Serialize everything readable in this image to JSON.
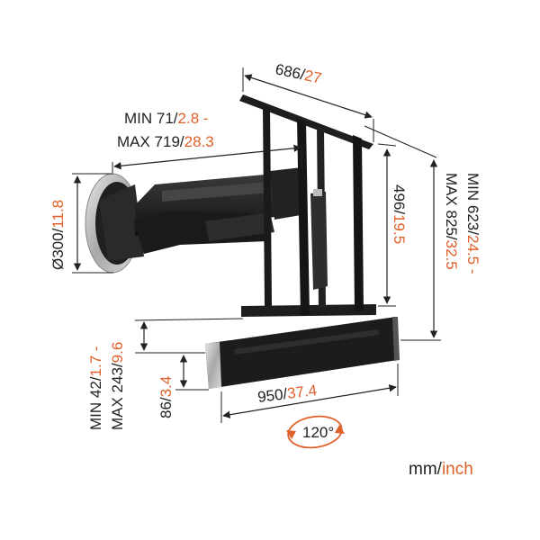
{
  "colors": {
    "accent": "#e0602a",
    "text": "#222222",
    "product": "#1c1c1c",
    "metal": "#b9b9b9"
  },
  "dimensions": {
    "top_width": {
      "mm": "686/",
      "inch": "27"
    },
    "arm_min": {
      "mm": "MIN 71/",
      "inch": "2.8 -"
    },
    "arm_max": {
      "mm": "MAX 719/",
      "inch": "28.3"
    },
    "plate_diameter": {
      "mm": "Ø300/",
      "inch": "11.8"
    },
    "frame_height": {
      "mm": "496/",
      "inch": "19.5"
    },
    "total_min": {
      "mm": "MIN 623/",
      "inch": "24.5 -"
    },
    "total_max": {
      "mm": "MAX 825/",
      "inch": "32.5"
    },
    "bar_gap_min": {
      "mm": "MIN 42/",
      "inch": "1.7 -"
    },
    "bar_gap_max": {
      "mm": "MAX 243/",
      "inch": "9.6"
    },
    "bar_height": {
      "mm": "86/",
      "inch": "3.4"
    },
    "bar_width": {
      "mm": "950/",
      "inch": "37.4"
    }
  },
  "rotation": {
    "label": "120°",
    "icon": "rotate-icon"
  },
  "units": {
    "mm": "mm/",
    "inch": "inch"
  }
}
